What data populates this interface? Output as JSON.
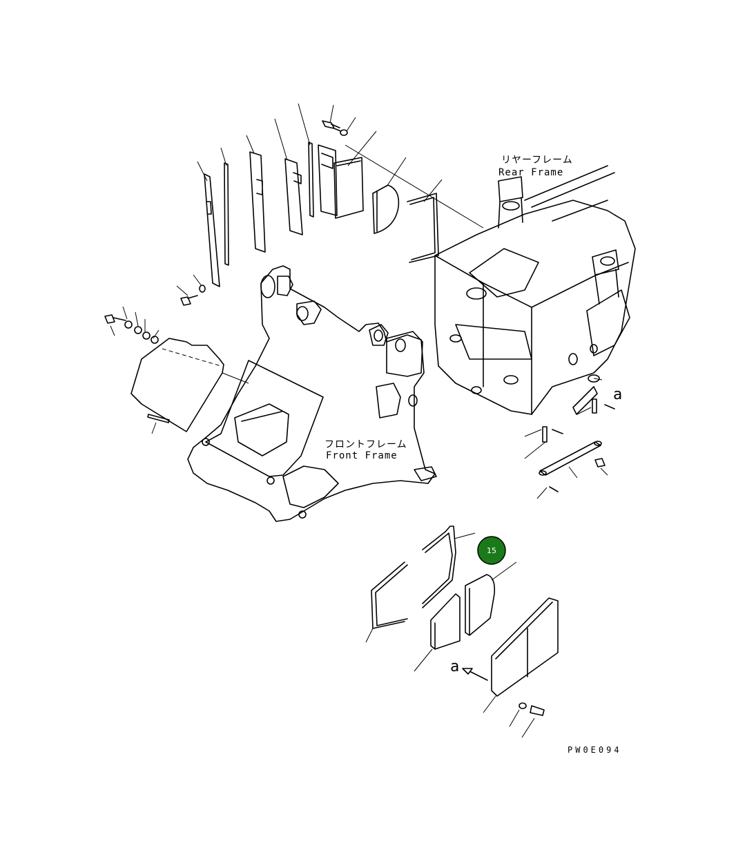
{
  "labels": {
    "rear_frame_jp": "リヤーフレーム",
    "rear_frame_en": "Rear Frame",
    "front_frame_jp": "フロントフレーム",
    "front_frame_en": "Front Frame",
    "detail_mark_1": "a",
    "detail_mark_2": "a",
    "drawing_code": "PW0E094"
  },
  "callout": {
    "number": "15",
    "color": "#1a7a1a",
    "border_color": "#000000"
  }
}
